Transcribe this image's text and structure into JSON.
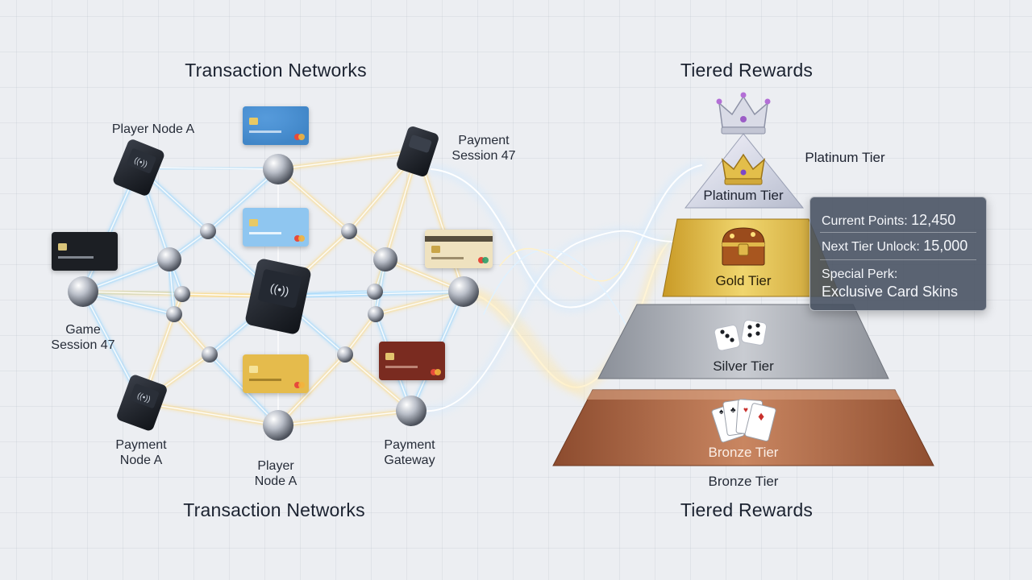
{
  "headings": {
    "left_top": "Transaction Networks",
    "right_top": "Tiered Rewards",
    "left_bottom": "Transaction Networks",
    "right_bottom": "Tiered Rewards"
  },
  "network_labels": {
    "player_node_a_top": "Player Node A",
    "payment_session": [
      "Payment",
      "Session 47"
    ],
    "game_session": [
      "Game",
      "Session 47"
    ],
    "payment_node_a": [
      "Payment",
      "Node A"
    ],
    "player_node_a_bottom": [
      "Player",
      "Node A"
    ],
    "payment_gateway": [
      "Payment",
      "Gateway"
    ]
  },
  "tiers": {
    "platinum": "Platinum Tier",
    "gold": "Gold Tier",
    "silver": "Silver Tier",
    "bronze": "Bronze Tier",
    "platinum_side": "Platinum Tier",
    "bronze_below": "Bronze Tier"
  },
  "info_panel": {
    "current_points_label": "Current Points:",
    "current_points_value": "12,450",
    "next_tier_label": "Next Tier Unlock:",
    "next_tier_value": "15,000",
    "perk_label": "Special Perk:",
    "perk_value": "Exclusive Card Skins"
  },
  "icons": [
    "crown-icon",
    "treasure-chest-icon",
    "dice-icon",
    "playing-cards-icon",
    "card-reader-icon",
    "credit-card-icon"
  ],
  "colors": {
    "platinum": "#dcdfe8",
    "gold": "#e2c24e",
    "silver": "#a9adb5",
    "bronze": "#b46a46",
    "network_blue": "#8fd3ff",
    "network_gold": "#ffd87a"
  }
}
